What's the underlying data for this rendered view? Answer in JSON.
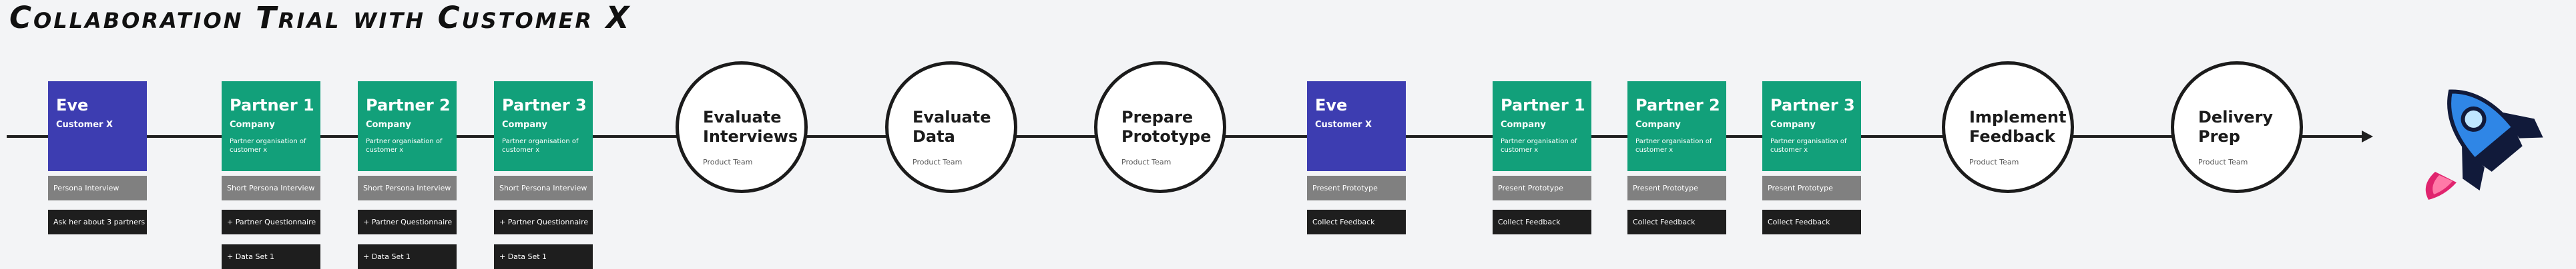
{
  "title": "Collaboration Trial with Customer X",
  "colors": {
    "eve": "#3d3db1",
    "partner": "#12a07a",
    "gray_tag": "#808080",
    "black_tag": "#1e1e1e"
  },
  "cards": [
    {
      "kind": "eve",
      "title": "Eve",
      "subtitle": "Customer X",
      "desc": "",
      "tags": [
        "Persona Interview",
        "Ask her about 3 partners"
      ]
    },
    {
      "kind": "partner",
      "title": "Partner 1",
      "subtitle": "Company",
      "desc": "Partner organisation of customer x",
      "tags": [
        "Short Persona Interview",
        "+ Partner Questionnaire",
        "+ Data Set 1"
      ]
    },
    {
      "kind": "partner",
      "title": "Partner 2",
      "subtitle": "Company",
      "desc": "Partner organisation of customer x",
      "tags": [
        "Short Persona Interview",
        "+ Partner Questionnaire",
        "+ Data Set 1"
      ]
    },
    {
      "kind": "partner",
      "title": "Partner 3",
      "subtitle": "Company",
      "desc": "Partner organisation of customer x",
      "tags": [
        "Short Persona Interview",
        "+ Partner Questionnaire",
        "+ Data Set 1"
      ]
    },
    {
      "kind": "eve",
      "title": "Eve",
      "subtitle": "Customer X",
      "desc": "",
      "tags": [
        "Present Prototype",
        "Collect Feedback"
      ]
    },
    {
      "kind": "partner",
      "title": "Partner 1",
      "subtitle": "Company",
      "desc": "Partner organisation of customer x",
      "tags": [
        "Present Prototype",
        "Collect Feedback"
      ]
    },
    {
      "kind": "partner",
      "title": "Partner 2",
      "subtitle": "Company",
      "desc": "Partner organisation of customer x",
      "tags": [
        "Present Prototype",
        "Collect Feedback"
      ]
    },
    {
      "kind": "partner",
      "title": "Partner 3",
      "subtitle": "Company",
      "desc": "Partner organisation of customer x",
      "tags": [
        "Present Prototype",
        "Collect Feedback"
      ]
    }
  ],
  "steps": [
    {
      "title": "Evaluate Interviews",
      "sub": "Product Team"
    },
    {
      "title": "Evaluate Data",
      "sub": "Product Team"
    },
    {
      "title": "Prepare Prototype",
      "sub": "Product Team"
    },
    {
      "title": "Implement Feedback",
      "sub": "Product Team"
    },
    {
      "title": "Delivery Prep",
      "sub": "Product Team"
    }
  ],
  "icon": "rocket-icon"
}
